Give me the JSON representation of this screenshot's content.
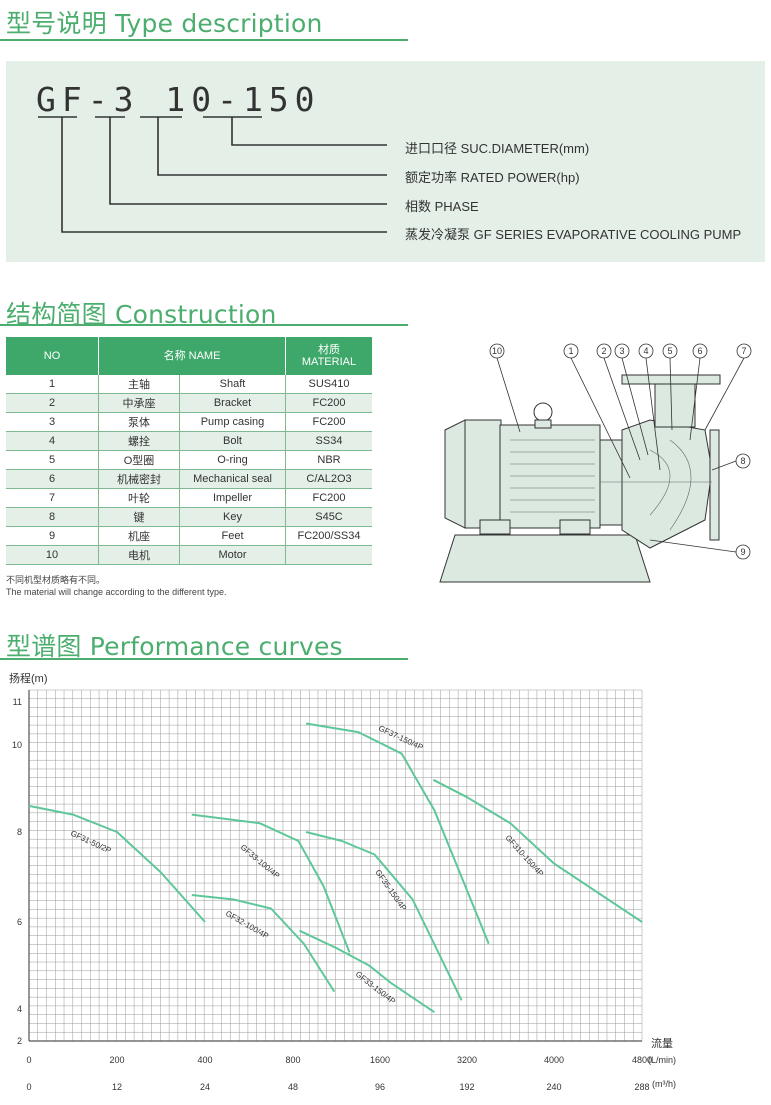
{
  "type_section": {
    "title": "型号说明 Type description",
    "code": "GF-3 10-150",
    "descriptions": [
      "进口口径 SUC.DIAMETER(mm)",
      "额定功率 RATED  POWER(hp)",
      "相数 PHASE",
      "蒸发冷凝泵 GF SERIES EVAPORATIVE COOLING PUMP"
    ]
  },
  "construction": {
    "title": "结构简图 Construction",
    "headers": {
      "no": "NO",
      "name": "名称 NAME",
      "material_cn": "材质",
      "material_en": "MATERIAL"
    },
    "rows": [
      {
        "no": "1",
        "cn": "主轴",
        "en": "Shaft",
        "material": "SUS410"
      },
      {
        "no": "2",
        "cn": "中承座",
        "en": "Bracket",
        "material": "FC200"
      },
      {
        "no": "3",
        "cn": "泵体",
        "en": "Pump casing",
        "material": "FC200"
      },
      {
        "no": "4",
        "cn": "螺拴",
        "en": "Bolt",
        "material": "SS34"
      },
      {
        "no": "5",
        "cn": "O型圈",
        "en": "O-ring",
        "material": "NBR"
      },
      {
        "no": "6",
        "cn": "机械密封",
        "en": "Mechanical seal",
        "material": "C/AL2O3"
      },
      {
        "no": "7",
        "cn": "叶轮",
        "en": "Impeller",
        "material": "FC200"
      },
      {
        "no": "8",
        "cn": "键",
        "en": "Key",
        "material": "S45C"
      },
      {
        "no": "9",
        "cn": "机座",
        "en": "Feet",
        "material": "FC200/SS34"
      },
      {
        "no": "10",
        "cn": "电机",
        "en": "Motor",
        "material": ""
      }
    ],
    "note_cn": "不同机型材质略有不同。",
    "note_en": "The material will change according to the different type.",
    "diagram_callouts": [
      "10",
      "1",
      "2",
      "3",
      "4",
      "5",
      "6",
      "7",
      "8",
      "9"
    ]
  },
  "performance": {
    "title": "型谱图 Performance curves"
  },
  "chart_data": {
    "type": "line",
    "ylabel": "扬程(m)",
    "xlabel": "流量",
    "x_unit": "(L/min)",
    "x2_unit": "(m³/h)",
    "y_ticks": [
      2,
      4,
      6,
      8,
      10,
      11
    ],
    "x_ticks_lmin": [
      "0",
      "200",
      "400",
      "800",
      "1600",
      "3200",
      "4000",
      "4800"
    ],
    "x_ticks_m3h": [
      "0",
      "12",
      "24",
      "48",
      "96",
      "192",
      "240",
      "288"
    ],
    "grid": true,
    "curve_color": "#5ec79a",
    "series": [
      {
        "name": "GF31-50/2P",
        "x": [
          0,
          100,
          200,
          300,
          400
        ],
        "y": [
          8.6,
          8.4,
          8.0,
          7.1,
          6.0
        ]
      },
      {
        "name": "GF32-100/4P",
        "x": [
          370,
          530,
          700,
          900,
          1180
        ],
        "y": [
          6.6,
          6.5,
          6.3,
          5.5,
          4.4
        ]
      },
      {
        "name": "GF33-100/4P",
        "x": [
          370,
          650,
          850,
          1080,
          1320
        ],
        "y": [
          8.4,
          8.2,
          7.8,
          6.8,
          5.3
        ]
      },
      {
        "name": "GF33-150/4P",
        "x": [
          860,
          1200,
          1500,
          1800,
          2600
        ],
        "y": [
          5.8,
          5.4,
          5.0,
          4.6,
          3.8
        ]
      },
      {
        "name": "GF35-150/4P",
        "x": [
          920,
          1250,
          1550,
          2200,
          3100
        ],
        "y": [
          8.0,
          7.8,
          7.5,
          6.5,
          4.2
        ]
      },
      {
        "name": "GF37-150/4P",
        "x": [
          920,
          1400,
          2000,
          2600,
          3400
        ],
        "y": [
          10.5,
          10.3,
          9.8,
          8.5,
          5.5
        ]
      },
      {
        "name": "GF310-150/4P",
        "x": [
          2580,
          3200,
          3600,
          4000,
          4800
        ],
        "y": [
          9.2,
          8.8,
          8.2,
          7.3,
          6.0
        ]
      }
    ]
  }
}
